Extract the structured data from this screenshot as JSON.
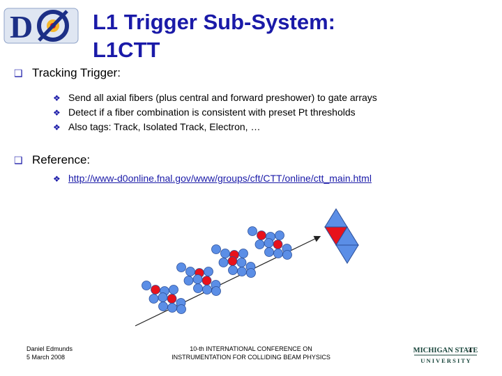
{
  "slide": {
    "logo_text": "DØ",
    "title_line1": "L1 Trigger Sub-System:",
    "title_line2": "L1CTT",
    "bullets": [
      {
        "text": "Tracking Trigger:",
        "sub": [
          "Send all axial fibers (plus central and forward preshower) to gate arrays",
          "Detect if a fiber combination is consistent with preset Pt thresholds",
          "Also tags: Track, Isolated Track, Electron, …"
        ]
      },
      {
        "text": "Reference:",
        "sub": [
          "http://www-d0online.fnal.gov/www/groups/cft/CTT/online/ctt_main.html"
        ]
      }
    ]
  },
  "footer": {
    "author": "Daniel Edmunds",
    "date": "5 March 2008",
    "conference_line1": "10-th INTERNATIONAL CONFERENCE ON",
    "conference_line2": "INSTRUMENTATION FOR COLLIDING BEAM PHYSICS",
    "page_number": "4",
    "logo_line1": "MICHIGAN STATE",
    "logo_line2": "U N I V E R S I T Y"
  },
  "colors": {
    "title": "#1a1aa8",
    "fiber": "#5b8ee6",
    "fiber_hit": "#e8121b",
    "msu_green": "#18453b"
  },
  "icons": [
    "d0-logo-icon",
    "checkbox-bullet-icon",
    "diamond-bullet-icon",
    "msu-logo-icon"
  ]
}
